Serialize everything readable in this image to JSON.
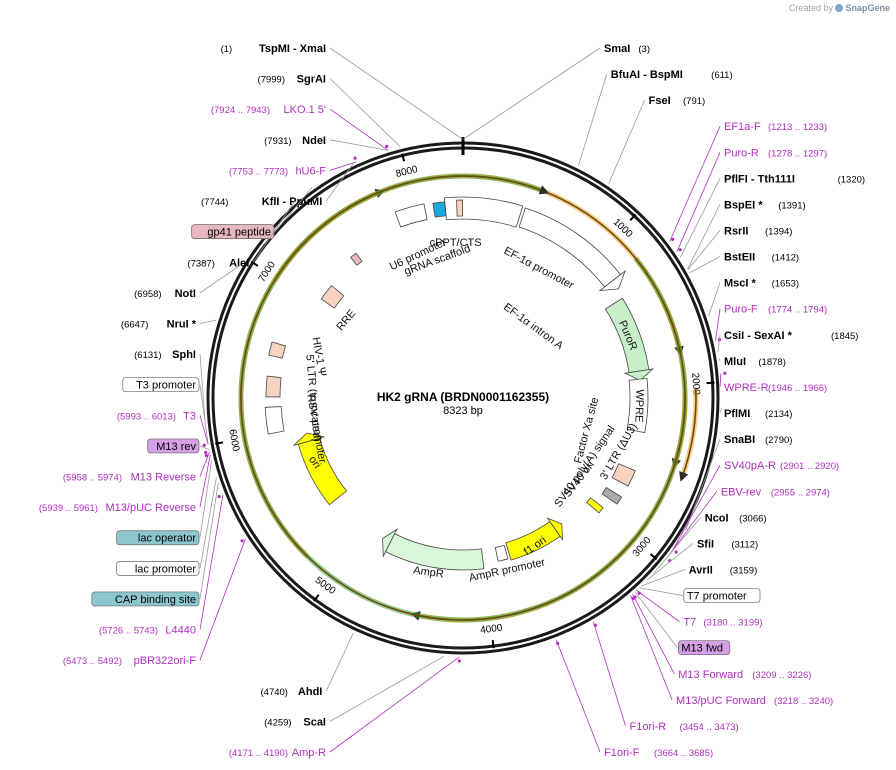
{
  "credit": {
    "prefix": "Created by",
    "brand": "SnapGene"
  },
  "plasmid": {
    "name": "HK2 gRNA (BRDN0001162355)",
    "size_label": "8323 bp",
    "length": 8323
  },
  "colors": {
    "site_line": "#9a9a9a",
    "primer": "#b02fc0",
    "feature_pink": "#f8d3c0",
    "puro": "#c8f0c8",
    "ampr": "#d8f7d8",
    "ori": "#ffff00",
    "orange_arc": "#f6a21e",
    "green_arc": "#3b9e2b",
    "cap": "#8ec6d0",
    "m13rev": "#d6a0e6",
    "gp41": "#e8b8c0"
  },
  "ticks": [
    {
      "label": "1000",
      "pos": 1000
    },
    {
      "label": "2000",
      "pos": 2000
    },
    {
      "label": "3000",
      "pos": 3000
    },
    {
      "label": "4000",
      "pos": 4000
    },
    {
      "label": "5000",
      "pos": 5000
    },
    {
      "label": "6000",
      "pos": 6000
    },
    {
      "label": "7000",
      "pos": 7000
    },
    {
      "label": "8000",
      "pos": 8000
    }
  ],
  "outer_labels": [
    {
      "pos": "(1)",
      "name": "TspMI  - XmaI",
      "anchor": 8319
    },
    {
      "pos": "(3)",
      "name": "SmaI",
      "anchor": 3
    },
    {
      "pos": "(611)",
      "name": "BfuAI  - BspMI",
      "anchor": 611
    },
    {
      "pos": "(791)",
      "name": "FseI",
      "anchor": 791
    },
    {
      "pos": "(1213 .. 1233)",
      "name": "EF1a-F",
      "anchor": 1223,
      "primer": true
    },
    {
      "pos": "(1278 .. 1297)",
      "name": "Puro-R",
      "anchor": 1287,
      "primer": true
    },
    {
      "pos": "(1320)",
      "name": "PflFI  - Tth111I",
      "anchor": 1320
    },
    {
      "pos": "(1391)",
      "name": "BspEI *",
      "anchor": 1391
    },
    {
      "pos": "(1394)",
      "name": "RsrII",
      "anchor": 1394
    },
    {
      "pos": "(1412)",
      "name": "BstEII",
      "anchor": 1412
    },
    {
      "pos": "(1653)",
      "name": "MscI *",
      "anchor": 1653
    },
    {
      "pos": "(1774 .. 1794)",
      "name": "Puro-F",
      "anchor": 1784,
      "primer": true
    },
    {
      "pos": "(1845)",
      "name": "CsiI  - SexAI *",
      "anchor": 1845
    },
    {
      "pos": "(1878)",
      "name": "MluI",
      "anchor": 1878
    },
    {
      "pos": "(1946 .. 1966)",
      "name": "WPRE-R",
      "anchor": 1956,
      "primer": true
    },
    {
      "pos": "(2134)",
      "name": "PflMI",
      "anchor": 2134
    },
    {
      "pos": "(2790)",
      "name": "SnaBI",
      "anchor": 2790
    },
    {
      "pos": "(2901 .. 2920)",
      "name": "SV40pA-R",
      "anchor": 2910,
      "primer": true
    },
    {
      "pos": "(2955 .. 2974)",
      "name": "EBV-rev",
      "anchor": 2964,
      "primer": true
    },
    {
      "pos": "(3066)",
      "name": "NcoI",
      "anchor": 3066
    },
    {
      "pos": "(3112)",
      "name": "SfiI",
      "anchor": 3112
    },
    {
      "pos": "(3159)",
      "name": "AvrII",
      "anchor": 3159
    },
    {
      "pos": "",
      "name": "T7 promoter",
      "anchor": 3170,
      "boxed": "white"
    },
    {
      "pos": "(3180 .. 3199)",
      "name": "T7",
      "anchor": 3189,
      "primer": true
    },
    {
      "pos": "",
      "name": "M13 fwd",
      "anchor": 3200,
      "boxed": "purple"
    },
    {
      "pos": "(3209 .. 3226)",
      "name": "M13 Forward",
      "anchor": 3217,
      "primer": true
    },
    {
      "pos": "(3218 .. 3240)",
      "name": "M13/pUC Forward",
      "anchor": 3229,
      "primer": true
    },
    {
      "pos": "(3454 .. 3473)",
      "name": "F1ori-R",
      "anchor": 3463,
      "primer": true
    },
    {
      "pos": "(3664 .. 3685)",
      "name": "F1ori-F",
      "anchor": 3674,
      "primer": true
    },
    {
      "pos": "(4171 .. 4190)",
      "name": "Amp-R",
      "anchor": 4180,
      "primer": true
    },
    {
      "pos": "(4259)",
      "name": "ScaI",
      "anchor": 4259
    },
    {
      "pos": "(4740)",
      "name": "AhdI",
      "anchor": 4740
    },
    {
      "pos": "(5473 .. 5492)",
      "name": "pBR322ori-F",
      "anchor": 5482,
      "primer": true
    },
    {
      "pos": "(5726 .. 5743)",
      "name": "L4440",
      "anchor": 5734,
      "primer": true
    },
    {
      "pos": "",
      "name": "CAP binding site",
      "anchor": 5800,
      "boxed": "cap"
    },
    {
      "pos": "",
      "name": "lac promoter",
      "anchor": 5830,
      "boxed": "white"
    },
    {
      "pos": "(5939 .. 5961)",
      "name": "M13/pUC Reverse",
      "anchor": 5950,
      "primer": true
    },
    {
      "pos": "",
      "name": "lac operator",
      "anchor": 5920,
      "boxed": "cap"
    },
    {
      "pos": "(5958 .. 5974)",
      "name": "M13 Reverse",
      "anchor": 5966,
      "primer": true
    },
    {
      "pos": "",
      "name": "M13 rev",
      "anchor": 5975,
      "boxed": "purple"
    },
    {
      "pos": "(5993 .. 6013)",
      "name": "T3",
      "anchor": 6003,
      "primer": true
    },
    {
      "pos": "",
      "name": "T3 promoter",
      "anchor": 6010,
      "boxed": "white"
    },
    {
      "pos": "(6131)",
      "name": "SphI",
      "anchor": 6131
    },
    {
      "pos": "(6647)",
      "name": "NruI *",
      "anchor": 6647
    },
    {
      "pos": "(6958)",
      "name": "NotI",
      "anchor": 6958
    },
    {
      "pos": "(7387)",
      "name": "AleI",
      "anchor": 7387
    },
    {
      "pos": "",
      "name": "gp41 peptide",
      "anchor": 7500,
      "boxed": "gp41"
    },
    {
      "pos": "(7744)",
      "name": "KflI  - PpuMI",
      "anchor": 7744
    },
    {
      "pos": "(7753 .. 7773)",
      "name": "hU6-F",
      "anchor": 7763,
      "primer": true
    },
    {
      "pos": "(7924 .. 7943)",
      "name": "LKO.1 5'",
      "anchor": 7933,
      "primer": true
    },
    {
      "pos": "(7931)",
      "name": "NdeI",
      "anchor": 7931
    },
    {
      "pos": "(7999)",
      "name": "SgrAI",
      "anchor": 7999
    }
  ],
  "inner_labels": [
    {
      "text": "EF-1α promoter"
    },
    {
      "text": "EF-1α intron A"
    },
    {
      "text": "PuroR"
    },
    {
      "text": "WPRE"
    },
    {
      "text": "Factor Xa site"
    },
    {
      "text": "3' LTR (ΔU3)"
    },
    {
      "text": "SV40 poly(A) signal"
    },
    {
      "text": "SV40 ori"
    },
    {
      "text": "f1 ori"
    },
    {
      "text": "AmpR promoter"
    },
    {
      "text": "AmpR"
    },
    {
      "text": "ori"
    },
    {
      "text": "RSV promoter"
    },
    {
      "text": "5' LTR (truncated)"
    },
    {
      "text": "HIV-1 Ψ"
    },
    {
      "text": "RRE"
    },
    {
      "text": "U6 promoter"
    },
    {
      "text": "gRNA scaffold"
    },
    {
      "text": "cPPT/CTS"
    }
  ]
}
